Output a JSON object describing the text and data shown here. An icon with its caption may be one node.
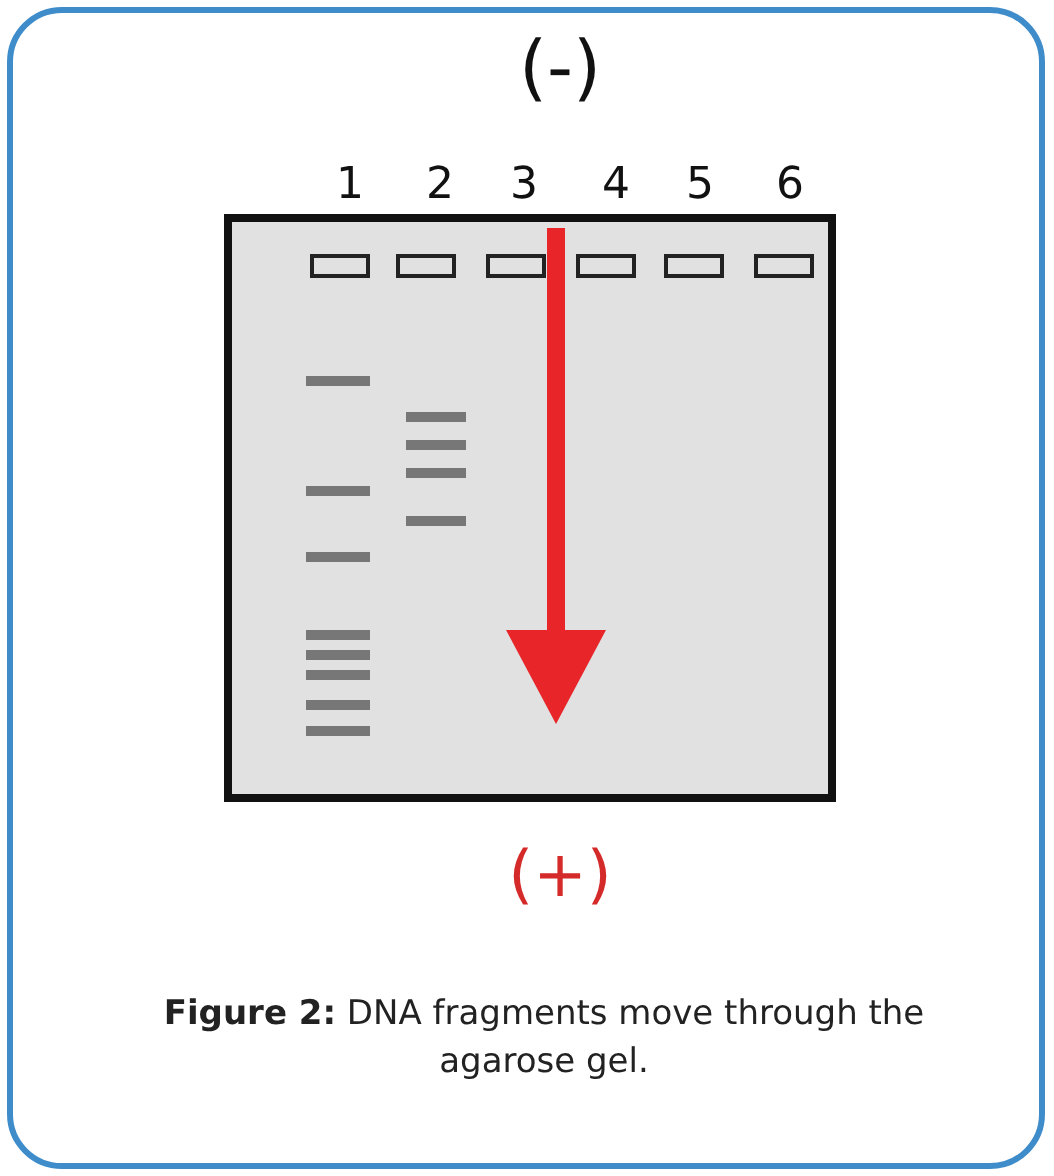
{
  "diagram": {
    "caption": "**Figure 2:** DNA fragments move through the agarose gel.",
    "labels": [
      "(-)",
      "1",
      "2",
      "3",
      "4",
      "5",
      "6",
      "(+)"
    ]
  }
}
